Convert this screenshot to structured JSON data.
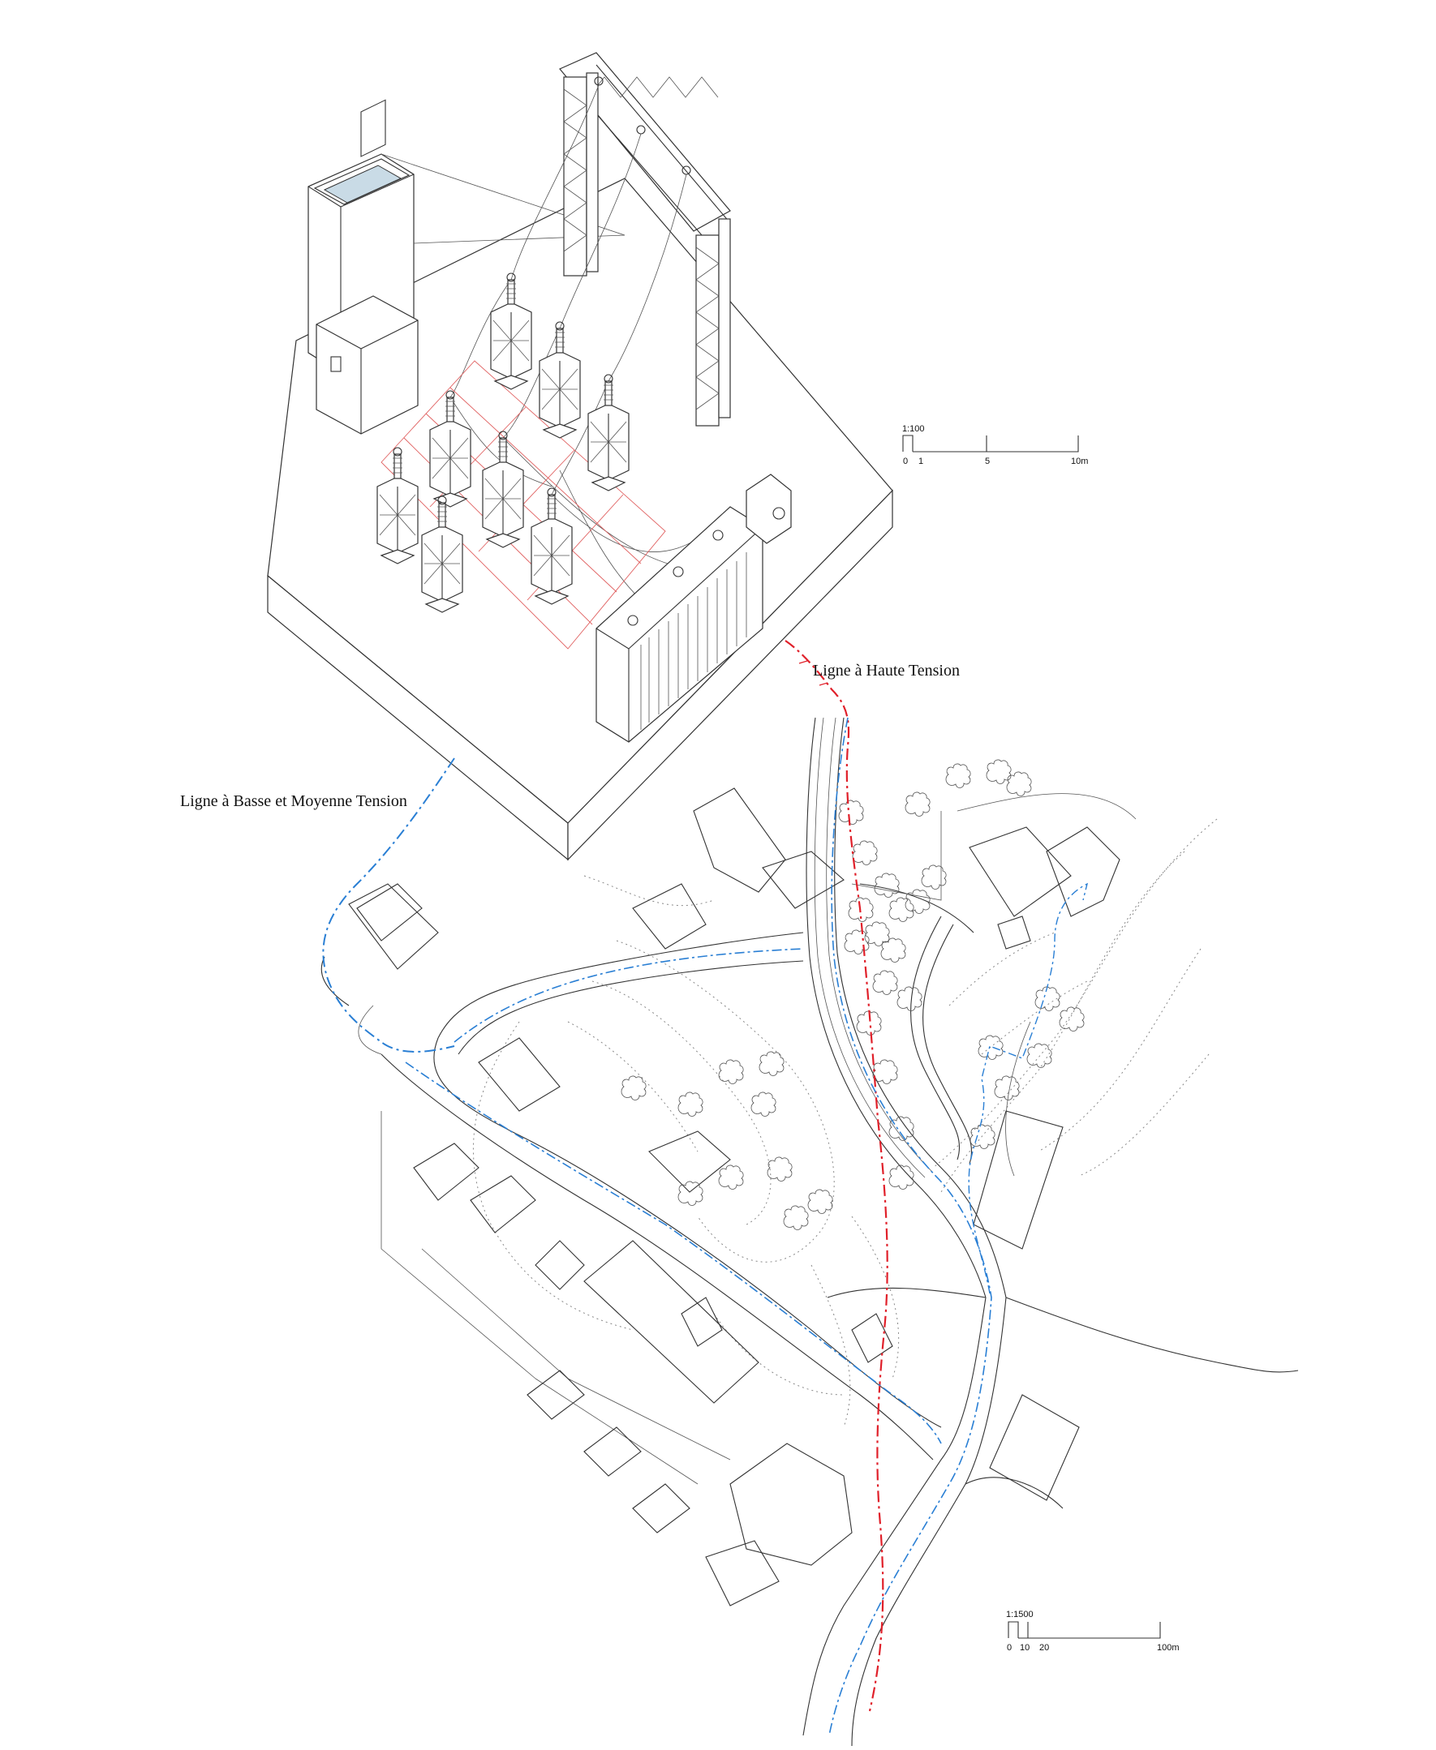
{
  "labels": {
    "high_voltage": "Ligne à Haute Tension",
    "low_medium_voltage": "Ligne à Basse et Moyenne Tension"
  },
  "scale_detail": {
    "ratio": "1:100",
    "ticks": [
      "0",
      "1",
      "5",
      "10m"
    ]
  },
  "scale_site": {
    "ratio": "1:1500",
    "ticks": [
      "0",
      "10",
      "20",
      "100m"
    ]
  },
  "colors": {
    "high_voltage_line": "#e0202a",
    "low_medium_voltage_line": "#2a7fd4",
    "grounding_grid": "#e06060",
    "window_glass": "#c9dbe6"
  }
}
